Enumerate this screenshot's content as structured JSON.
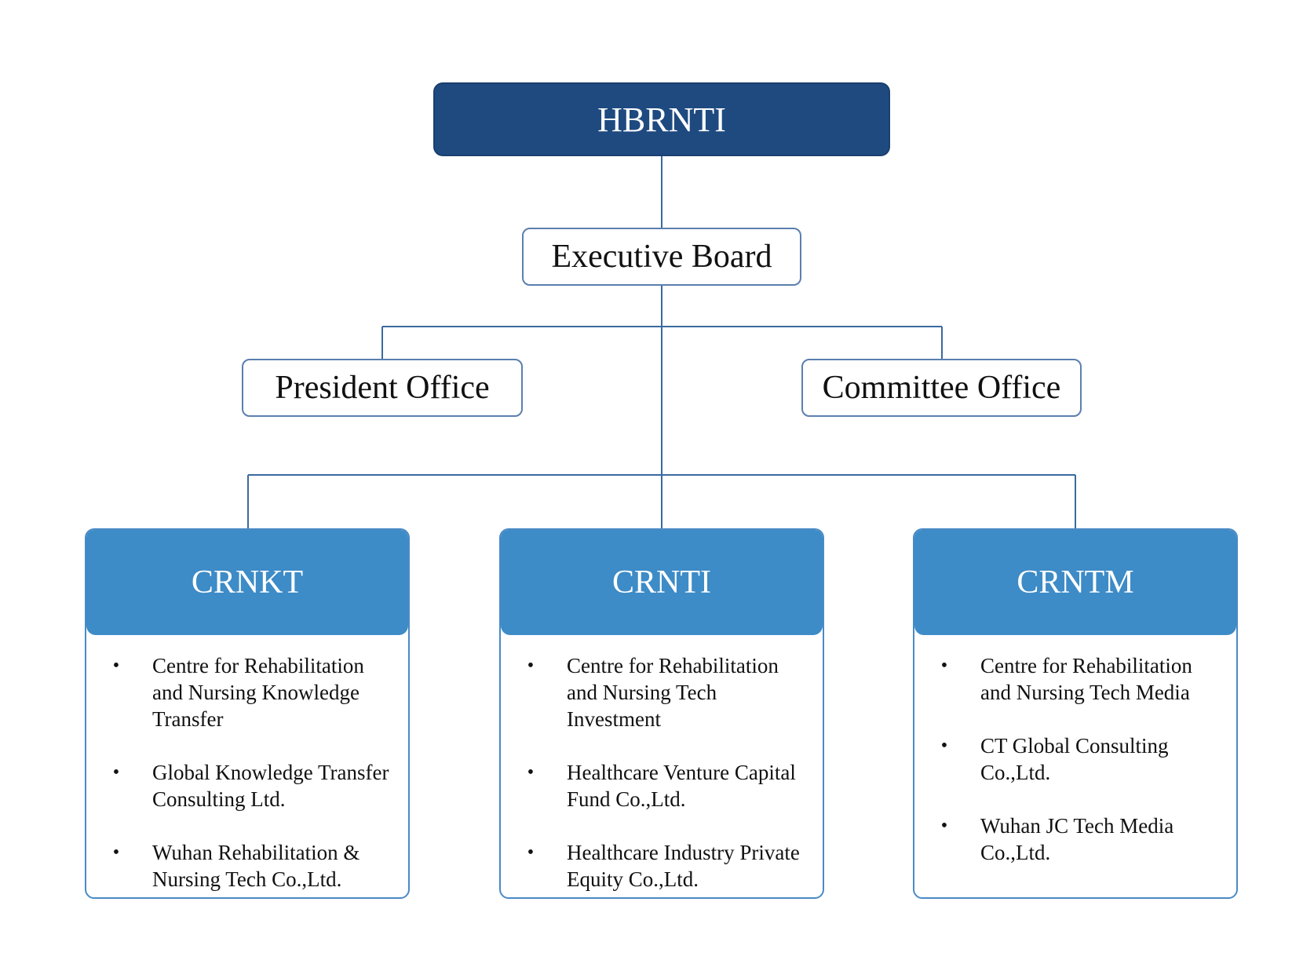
{
  "root": {
    "label": "HBRNTI"
  },
  "executive_board": {
    "label": "Executive Board"
  },
  "offices": [
    {
      "label": "President Office"
    },
    {
      "label": "Committee Office"
    }
  ],
  "units": [
    {
      "title": "CRNKT",
      "items": [
        "Centre for Rehabilitation and Nursing Knowledge Transfer",
        "Global Knowledge Transfer Consulting Ltd.",
        "Wuhan Rehabilitation & Nursing Tech Co.,Ltd."
      ]
    },
    {
      "title": "CRNTI",
      "items": [
        "Centre for Rehabilitation and Nursing Tech Investment",
        "Healthcare Venture Capital Fund Co.,Ltd.",
        "Healthcare Industry Private Equity Co.,Ltd."
      ]
    },
    {
      "title": "CRNTM",
      "items": [
        "Centre for Rehabilitation and Nursing Tech Media",
        "CT Global Consulting Co.,Ltd.",
        "Wuhan JC Tech Media Co.,Ltd."
      ]
    }
  ],
  "bullet_glyph": "•",
  "colors": {
    "root_fill": "#1e4a80",
    "unit_header_fill": "#3d8bc7",
    "connector": "#3a6aa0"
  }
}
